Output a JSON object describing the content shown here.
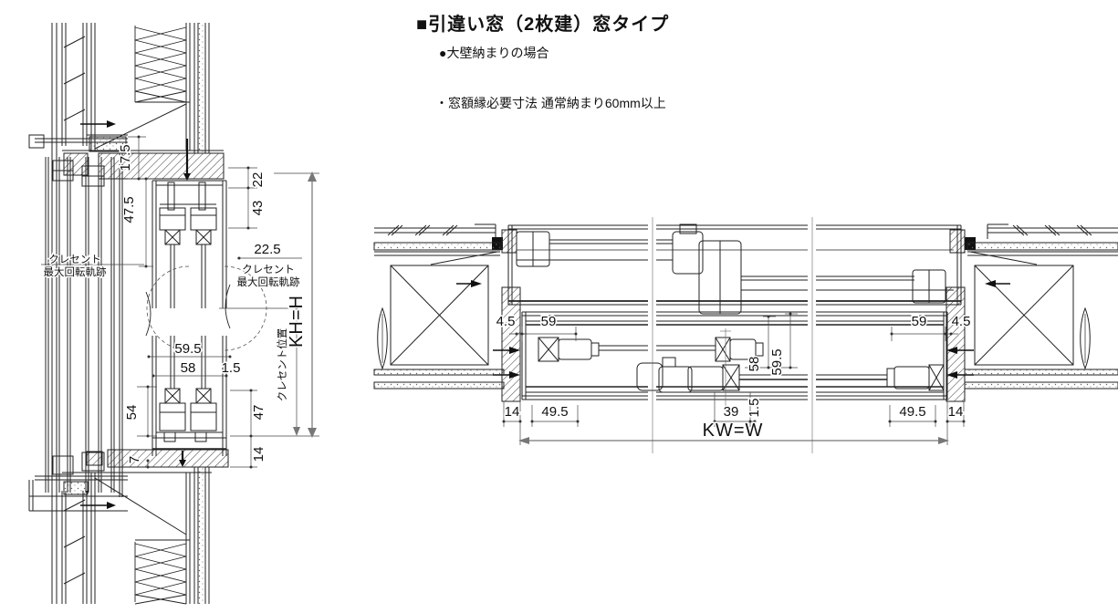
{
  "header": {
    "title": "■引違い窓（2枚建）窓タイプ",
    "subtitle": "●大壁納まりの場合",
    "note": "・窓額縁必要寸法 通常納まり60mm以上"
  },
  "vertical_section": {
    "dims": {
      "offset_17_5": "17.5",
      "head_47_5": "47.5",
      "top_22": "22",
      "top_43": "43",
      "clearance_22_5": "22.5",
      "crescent_track_line1": "クレセント",
      "crescent_track_line2": "最大回転軌跡",
      "glass_59_5": "59.5",
      "glass_58": "58",
      "gap_1_5": "1.5",
      "bottom_54": "54",
      "bottom_47": "47",
      "sill_7": "7",
      "sill_14": "14",
      "height_kh": "KH=H",
      "crescent_position": "クレセント位置"
    }
  },
  "horizontal_section": {
    "dims": {
      "left_4_5": "4.5",
      "left_59": "59",
      "right_59": "59",
      "right_4_5": "4.5",
      "mid_58": "58",
      "mid_59_5": "59.5",
      "bottom_left_14": "14",
      "bottom_left_49_5": "49.5",
      "bottom_39": "39",
      "bottom_1_5": "1.5",
      "bottom_right_49_5": "49.5",
      "bottom_right_14": "14",
      "width_kw": "KW=W"
    }
  }
}
